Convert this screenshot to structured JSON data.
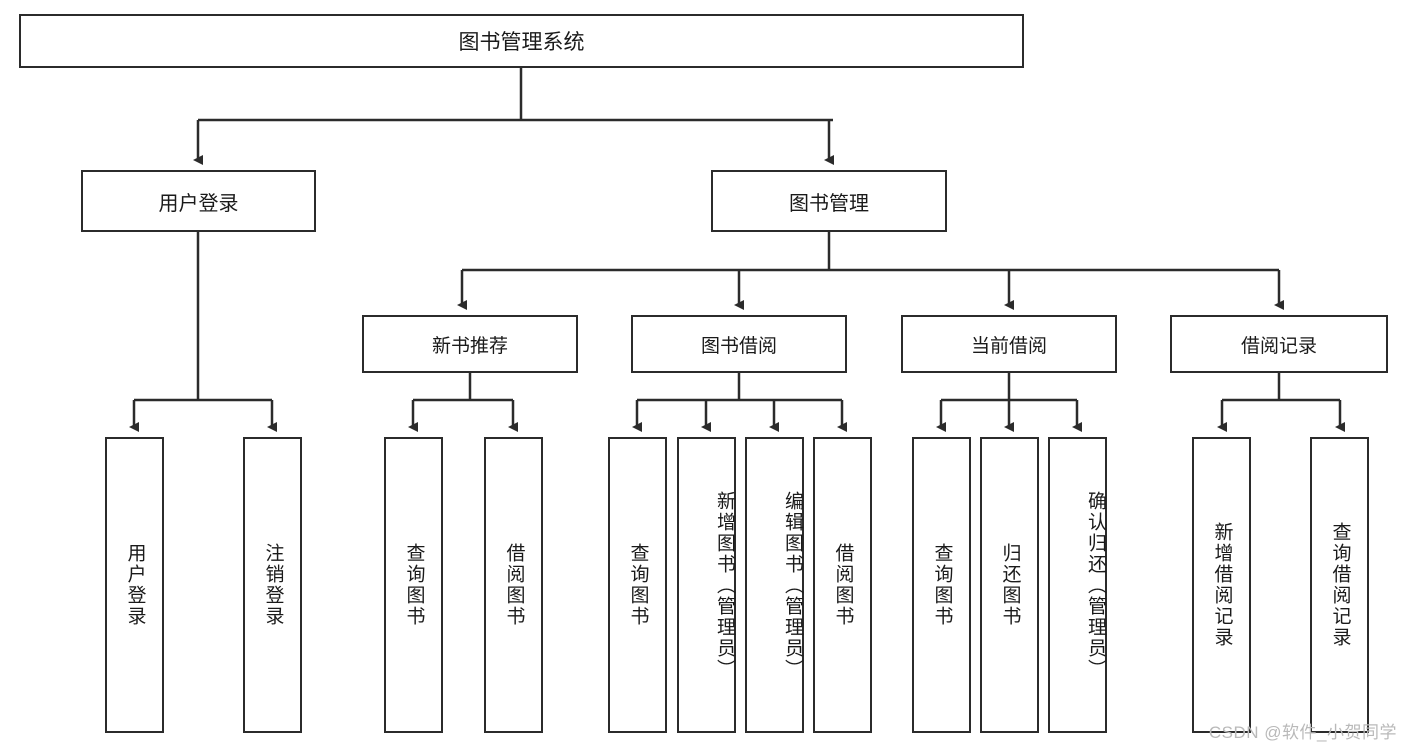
{
  "diagram": {
    "type": "hierarchy-tree",
    "title": "图书管理系统",
    "root": {
      "label": "图书管理系统"
    },
    "level2": [
      {
        "label": "用户登录"
      },
      {
        "label": "图书管理"
      }
    ],
    "level3": [
      {
        "label": "新书推荐",
        "parent": "图书管理"
      },
      {
        "label": "图书借阅",
        "parent": "图书管理"
      },
      {
        "label": "当前借阅",
        "parent": "图书管理"
      },
      {
        "label": "借阅记录",
        "parent": "图书管理"
      }
    ],
    "leaves": [
      {
        "label": "用户登录",
        "parent": "用户登录"
      },
      {
        "label": "注销登录",
        "parent": "用户登录"
      },
      {
        "label": "查询图书",
        "parent": "新书推荐"
      },
      {
        "label": "借阅图书",
        "parent": "新书推荐"
      },
      {
        "label": "查询图书",
        "parent": "图书借阅"
      },
      {
        "label": "新增图书（管理员）",
        "parent": "图书借阅"
      },
      {
        "label": "编辑图书（管理员）",
        "parent": "图书借阅"
      },
      {
        "label": "借阅图书",
        "parent": "图书借阅"
      },
      {
        "label": "查询图书",
        "parent": "当前借阅"
      },
      {
        "label": "归还图书",
        "parent": "当前借阅"
      },
      {
        "label": "确认归还（管理员）",
        "parent": "当前借阅"
      },
      {
        "label": "新增借阅记录",
        "parent": "借阅记录"
      },
      {
        "label": "查询借阅记录",
        "parent": "借阅记录"
      }
    ]
  },
  "watermark": {
    "text": "CSDN @软件_小贺同学"
  },
  "colors": {
    "stroke": "#2b2b2b",
    "background": "#ffffff",
    "text": "#1a1a1a",
    "watermark": "#b9b9b9"
  }
}
